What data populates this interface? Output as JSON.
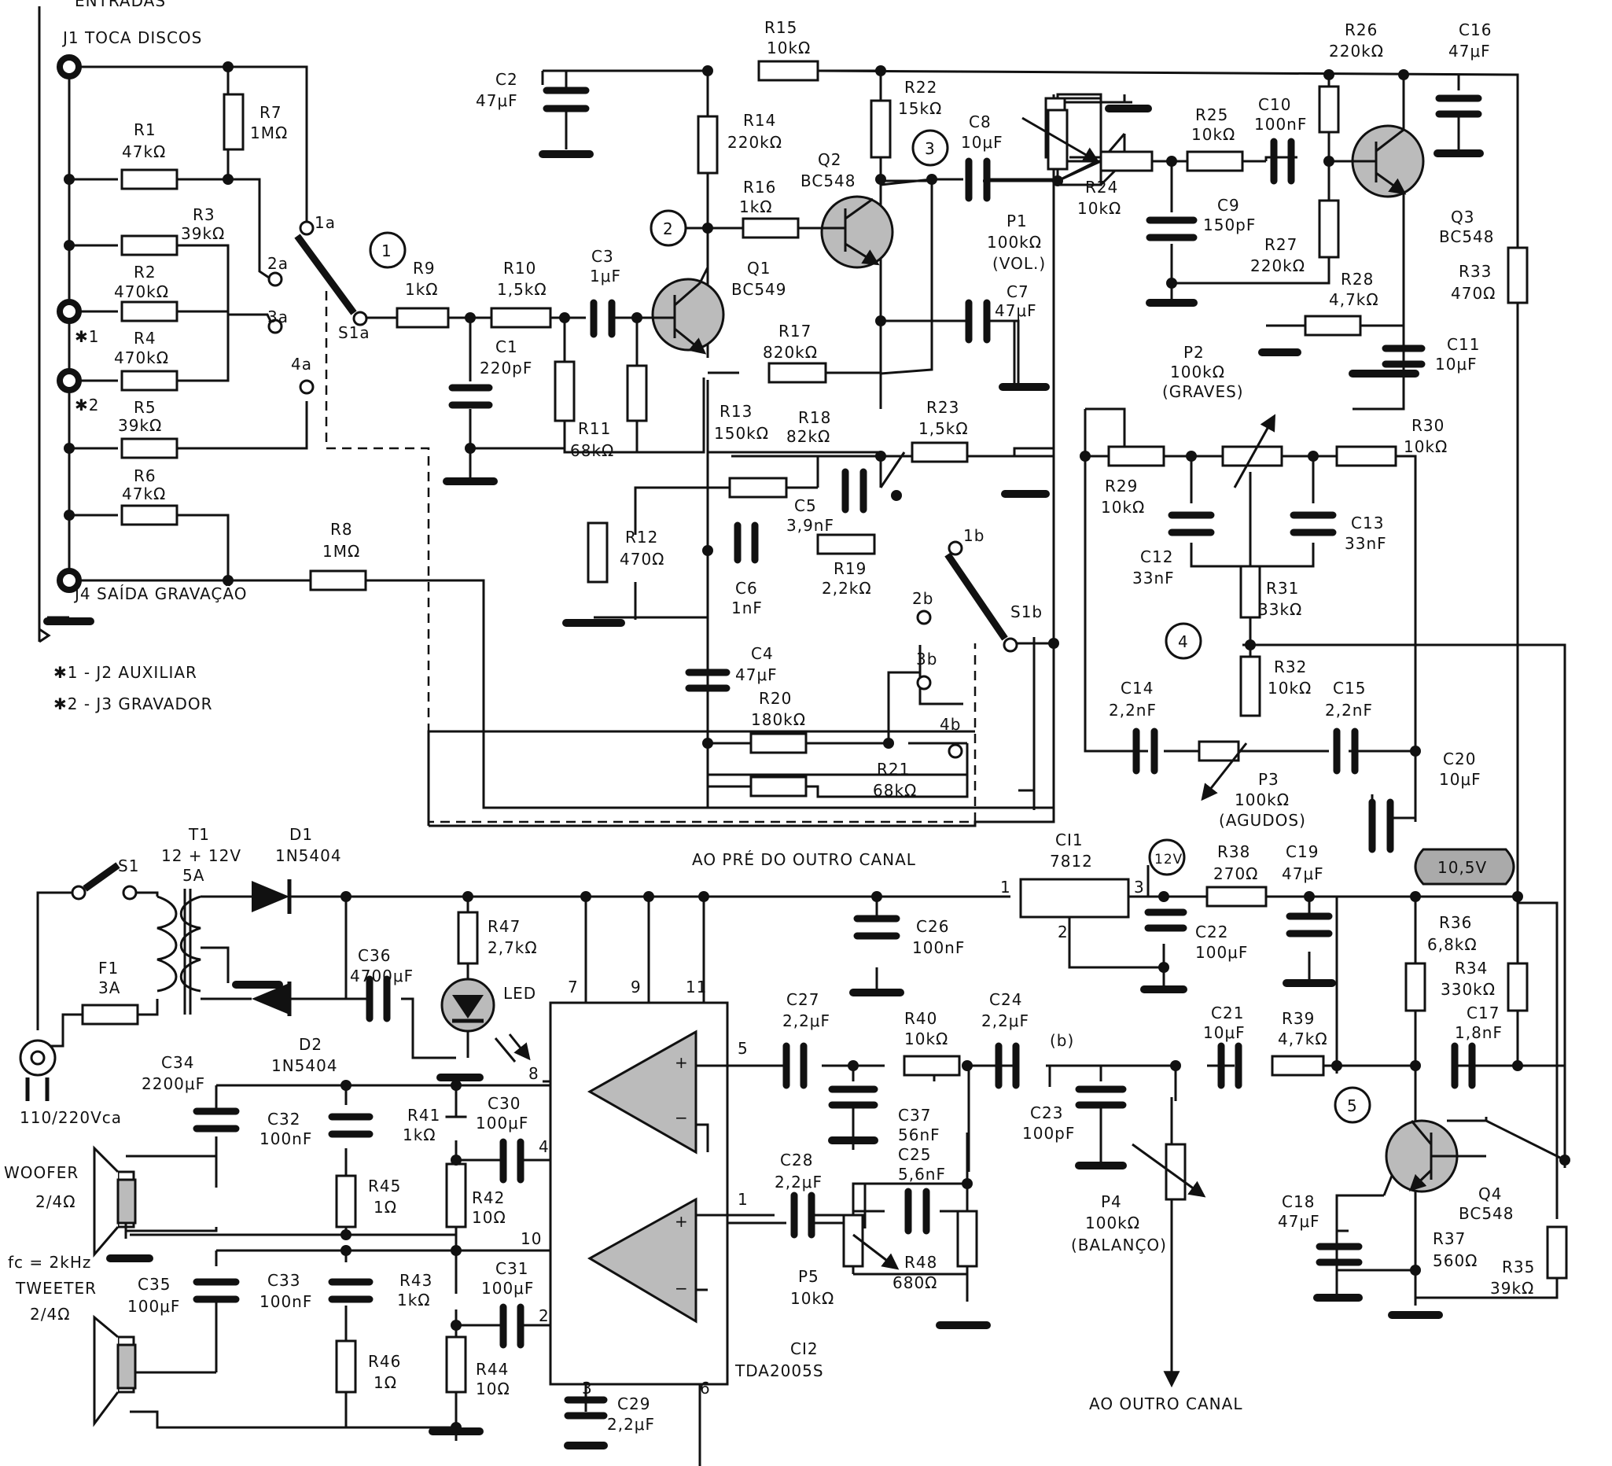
{
  "inputs": {
    "header": "ENTRADAS",
    "j1": "J1 TOCA DISCOS",
    "j4": "J4 SAÍDA GRAVAÇÃO",
    "star1": "✱1",
    "star2": "✱2",
    "note1": "✱1 - J2 AUXILIAR",
    "note2": "✱2 - J3 GRAVADOR"
  },
  "resistors": {
    "R1": [
      "R1",
      "47kΩ"
    ],
    "R2": [
      "R2",
      "470kΩ"
    ],
    "R3": [
      "R3",
      "39kΩ"
    ],
    "R4": [
      "R4",
      "470kΩ"
    ],
    "R5": [
      "R5",
      "39kΩ"
    ],
    "R6": [
      "R6",
      "47kΩ"
    ],
    "R7": [
      "R7",
      "1MΩ"
    ],
    "R8": [
      "R8",
      "1MΩ"
    ],
    "R9": [
      "R9",
      "1kΩ"
    ],
    "R10": [
      "R10",
      "1,5kΩ"
    ],
    "R11": [
      "R11",
      "68kΩ"
    ],
    "R12": [
      "R12",
      "470Ω"
    ],
    "R13": [
      "R13",
      "150kΩ"
    ],
    "R14": [
      "R14",
      "220kΩ"
    ],
    "R15": [
      "R15",
      "10kΩ"
    ],
    "R16": [
      "R16",
      "1kΩ"
    ],
    "R17": [
      "R17",
      "820kΩ"
    ],
    "R18": [
      "R18",
      "82kΩ"
    ],
    "R19": [
      "R19",
      "2,2kΩ"
    ],
    "R20": [
      "R20",
      "180kΩ"
    ],
    "R21": [
      "R21",
      "68kΩ"
    ],
    "R22": [
      "R22",
      "15kΩ"
    ],
    "R23": [
      "R23",
      "1,5kΩ"
    ],
    "R24": [
      "R24",
      "10kΩ"
    ],
    "R25": [
      "R25",
      "10kΩ"
    ],
    "R26": [
      "R26",
      "220kΩ"
    ],
    "R27": [
      "R27",
      "220kΩ"
    ],
    "R28": [
      "R28",
      "4,7kΩ"
    ],
    "R29": [
      "R29",
      "10kΩ"
    ],
    "R30": [
      "R30",
      "10kΩ"
    ],
    "R31": [
      "R31",
      "33kΩ"
    ],
    "R32": [
      "R32",
      "10kΩ"
    ],
    "R33": [
      "R33",
      "470Ω"
    ],
    "R34": [
      "R34",
      "330kΩ"
    ],
    "R35": [
      "R35",
      "39kΩ"
    ],
    "R36": [
      "R36",
      "6,8kΩ"
    ],
    "R37": [
      "R37",
      "560Ω"
    ],
    "R38": [
      "R38",
      "270Ω"
    ],
    "R39": [
      "R39",
      "4,7kΩ"
    ],
    "R40": [
      "R40",
      "10kΩ"
    ],
    "R41": [
      "R41",
      "1kΩ"
    ],
    "R42": [
      "R42",
      "10Ω"
    ],
    "R43": [
      "R43",
      "1kΩ"
    ],
    "R44": [
      "R44",
      "10Ω"
    ],
    "R45": [
      "R45",
      "1Ω"
    ],
    "R46": [
      "R46",
      "1Ω"
    ],
    "R47": [
      "R47",
      "2,7kΩ"
    ],
    "R48": [
      "R48",
      "680Ω"
    ]
  },
  "capacitors": {
    "C1": [
      "C1",
      "220pF"
    ],
    "C2": [
      "C2",
      "47μF"
    ],
    "C3": [
      "C3",
      "1μF"
    ],
    "C4": [
      "C4",
      "47μF"
    ],
    "C5": [
      "C5",
      "3,9nF"
    ],
    "C6": [
      "C6",
      "1nF"
    ],
    "C7": [
      "C7",
      "47μF"
    ],
    "C8": [
      "C8",
      "10μF"
    ],
    "C9": [
      "C9",
      "150pF"
    ],
    "C10": [
      "C10",
      "100nF"
    ],
    "C11": [
      "C11",
      "10μF"
    ],
    "C12": [
      "C12",
      "33nF"
    ],
    "C13": [
      "C13",
      "33nF"
    ],
    "C14": [
      "C14",
      "2,2nF"
    ],
    "C15": [
      "C15",
      "2,2nF"
    ],
    "C16": [
      "C16",
      "47μF"
    ],
    "C17": [
      "C17",
      "1,8nF"
    ],
    "C18": [
      "C18",
      "47μF"
    ],
    "C19": [
      "C19",
      "47μF"
    ],
    "C20": [
      "C20",
      "10μF"
    ],
    "C21": [
      "C21",
      "10μF"
    ],
    "C22": [
      "C22",
      "100μF"
    ],
    "C23": [
      "C23",
      "100pF"
    ],
    "C24": [
      "C24",
      "2,2μF"
    ],
    "C25": [
      "C25",
      "5,6nF"
    ],
    "C26": [
      "C26",
      "100nF"
    ],
    "C27": [
      "C27",
      "2,2μF"
    ],
    "C28": [
      "C28",
      "2,2μF"
    ],
    "C29": [
      "C29",
      "2,2μF"
    ],
    "C30": [
      "C30",
      "100μF"
    ],
    "C31": [
      "C31",
      "100μF"
    ],
    "C32": [
      "C32",
      "100nF"
    ],
    "C33": [
      "C33",
      "100nF"
    ],
    "C34": [
      "C34",
      "2200μF"
    ],
    "C35": [
      "C35",
      "100μF"
    ],
    "C36": [
      "C36",
      "4700μF"
    ],
    "C37": [
      "C37",
      "56nF"
    ]
  },
  "transistors": {
    "Q1": [
      "Q1",
      "BC549"
    ],
    "Q2": [
      "Q2",
      "BC548"
    ],
    "Q3": [
      "Q3",
      "BC548"
    ],
    "Q4": [
      "Q4",
      "BC548"
    ]
  },
  "pots": {
    "P1": [
      "P1",
      "100kΩ",
      "(VOL.)"
    ],
    "P2": [
      "P2",
      "100kΩ",
      "(GRAVES)"
    ],
    "P3": [
      "P3",
      "100kΩ",
      "(AGUDOS)"
    ],
    "P4": [
      "P4",
      "100kΩ",
      "(BALANÇO)"
    ],
    "P5": [
      "P5",
      "10kΩ"
    ]
  },
  "switch": {
    "s1a": "S1a",
    "s1b": "S1b",
    "a": [
      "1a",
      "2a",
      "3a",
      "4a"
    ],
    "b": [
      "1b",
      "2b",
      "3b",
      "4b"
    ]
  },
  "nodes": [
    "1",
    "2",
    "3",
    "4",
    "5"
  ],
  "power": {
    "s1": "S1",
    "t1": [
      "T1",
      "12 + 12V",
      "5A"
    ],
    "f1": [
      "F1",
      "3A"
    ],
    "d1": [
      "D1",
      "1N5404"
    ],
    "d2": [
      "D2",
      "1N5404"
    ],
    "led": "LED",
    "mains": "110/220Vca",
    "ci1": [
      "CI1",
      "7812"
    ],
    "ci1_pins": [
      "1",
      "2",
      "3"
    ],
    "v12": "12V",
    "v105": "10,5V",
    "ao_pre": "AO PRÉ DO OUTRO CANAL"
  },
  "amp": {
    "ci2": [
      "CI2",
      "TDA2005S"
    ],
    "pins": [
      "7",
      "9",
      "11",
      "5",
      "8",
      "4",
      "10",
      "1",
      "2",
      "3",
      "6"
    ],
    "plus": "+",
    "minus": "−",
    "b": "(b)",
    "woofer": [
      "WOOFER",
      "2/4Ω"
    ],
    "tweeter": [
      "fc = 2kHz",
      "TWEETER",
      "2/4Ω"
    ],
    "ao_outro": "AO OUTRO CANAL"
  }
}
